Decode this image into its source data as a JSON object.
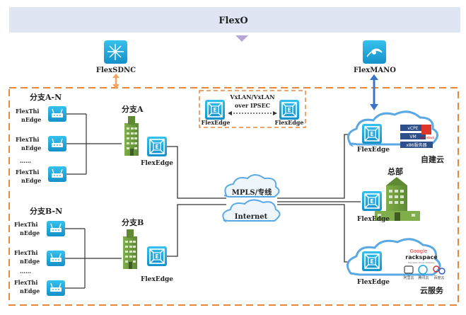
{
  "header": {
    "title": "FlexO"
  },
  "top_nodes": {
    "sdnc": "FlexSDNC",
    "mano": "FlexMANO"
  },
  "legend": {
    "line1": "VxLAN/VxLAN",
    "line2": "over IPSEC",
    "left_edge": "FlexEdge",
    "right_edge": "FlexEdge"
  },
  "branch_a": {
    "title": "分支A-N",
    "site_label": "分支A",
    "edge_label": "FlexEdge",
    "thin_edges": [
      {
        "line1": "FlexThi",
        "line2": "nEdge"
      },
      {
        "line1": "FlexThi",
        "line2": "nEdge"
      },
      {
        "line1": "FlexThi",
        "line2": "nEdge"
      }
    ],
    "ellipsis": "……"
  },
  "branch_b": {
    "title": "分支B-N",
    "site_label": "分支B",
    "edge_label": "FlexEdge",
    "thin_edges": [
      {
        "line1": "FlexThi",
        "line2": "nEdge"
      },
      {
        "line1": "FlexThi",
        "line2": "nEdge"
      },
      {
        "line1": "FlexThi",
        "line2": "nEdge"
      }
    ],
    "ellipsis": "……"
  },
  "wan": {
    "mpls": "MPLS/专线",
    "internet": "Internet"
  },
  "private_cloud": {
    "label": "自建云",
    "edge_label": "FlexEdge",
    "items": [
      "vCPE",
      "VM",
      "x86服务器"
    ],
    "brand": "openstack"
  },
  "hq": {
    "label": "总部",
    "edge_label": "FlexEdge"
  },
  "cloud_service": {
    "label": "云服务",
    "edge_label": "FlexEdge",
    "providers": [
      "Google",
      "rackspace",
      "the open cloud company",
      "阿里云",
      "腾讯云",
      "百度云"
    ]
  },
  "colors": {
    "header_bar": "#dfe5f3",
    "dashed_border": "#e8873a",
    "icon_cyan": "#1ba4dc",
    "building_green": "#6f9d3e",
    "cloud_blue": "#5aa9e4",
    "arrow_orange": "#f4a460",
    "arrow_blue": "#3a74c8"
  }
}
